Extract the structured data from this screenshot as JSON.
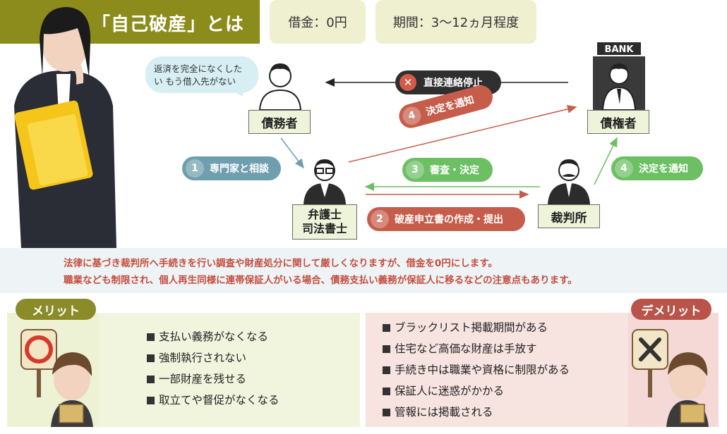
{
  "header": {
    "title": "「自己破産」とは",
    "debt_label": "借金：0円",
    "period_label": "期間：3～12ヵ月程度"
  },
  "diagram": {
    "bubble_text": "返済を完全になくしたい もう借入先がない",
    "bank_sign": "BANK",
    "roles": {
      "debtor": "債務者",
      "creditor": "債権者",
      "lawyer_line1": "弁護士",
      "lawyer_line2": "司法書士",
      "court": "裁判所"
    },
    "steps": {
      "stop": "直接連絡停止",
      "step1_num": "1",
      "step1": "専門家と相談",
      "step2_num": "2",
      "step2": "破産申立書の作成・提出",
      "step3_num": "3",
      "step3": "審査・決定",
      "step4a_num": "4",
      "step4a": "決定を通知",
      "step4c_num": "4",
      "step4c": "決定を通知"
    }
  },
  "description": {
    "line1": "法律に基づき裁判所へ手続きを行い調査や財産処分に関して厳しくなりますが、借金を0円にします。",
    "line2": "職業なども制限され、個人再生同様に連帯保証人がいる場合、債務支払い義務が保証人に移るなどの注意点もあります。"
  },
  "merits": {
    "tag": "メリット",
    "items": [
      "支払い義務がなくなる",
      "強制執行されない",
      "一部財産を残せる",
      "取立てや督促がなくなる"
    ]
  },
  "demerits": {
    "tag": "デメリット",
    "items": [
      "ブラックリスト掲載期間がある",
      "住宅など高価な財産は手放す",
      "手続き中は職業や資格に制限がある",
      "保証人に迷惑がかかる",
      "管報には掲載される"
    ]
  },
  "colors": {
    "olive": "#8b8c1c",
    "blue_step": "#6f9fae",
    "green_step": "#6cbf63",
    "red_step": "#c65c4a"
  }
}
